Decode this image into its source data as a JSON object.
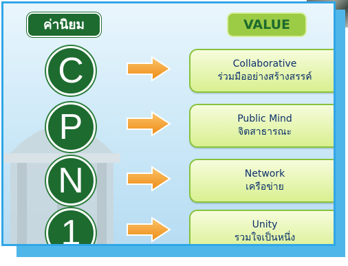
{
  "header": {
    "left_label": "ค่านิยม",
    "right_label": "VALUE"
  },
  "values": [
    {
      "letter": "C",
      "english": "Collaborative",
      "thai": "ร่วมมืออย่างสร้างสรรค์"
    },
    {
      "letter": "P",
      "english": "Public Mind",
      "thai": "จิตสาธารณะ"
    },
    {
      "letter": "N",
      "english": "Network",
      "thai": "เครือข่าย"
    },
    {
      "letter": "1",
      "english": "Unity",
      "thai": "รวมใจเป็นหนึ่ง"
    }
  ],
  "colors": {
    "dark_green": "#1e6b30",
    "light_green": "#9ccb45",
    "frame_blue": "#2fa6e6",
    "arrow_orange": "#f39a1e",
    "text_navy": "#0a2f6b"
  },
  "icons": {
    "arrow": "right-arrow-icon"
  }
}
